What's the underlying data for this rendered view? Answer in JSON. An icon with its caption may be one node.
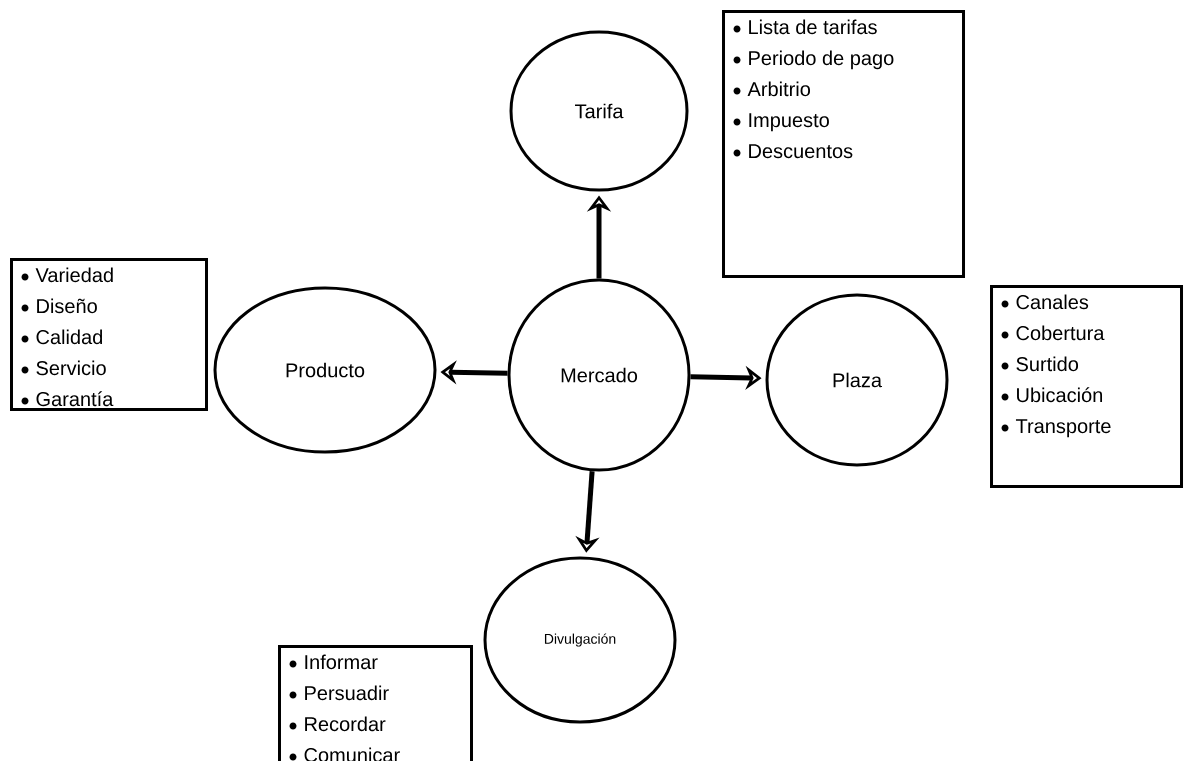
{
  "diagram": {
    "nodes": [
      {
        "text": [
          "Mercado"
        ]
      },
      {
        "text": [
          "Tarifa"
        ]
      },
      {
        "text": [
          "Producto"
        ]
      },
      {
        "text": [
          "Plaza"
        ]
      },
      {
        "text": [
          "Divulgación"
        ]
      },
      {
        "text": [
          "Lista de tarifas",
          "Periodo de pago",
          "Arbitrio",
          "Impuesto",
          "Descuentos"
        ]
      },
      {
        "text": [
          "Variedad",
          "Diseño",
          "Calidad",
          "Servicio",
          "Garantía"
        ]
      },
      {
        "text": [
          "Canales",
          "Cobertura",
          "Surtido",
          "Ubicación",
          "Transporte"
        ]
      },
      {
        "text": [
          "Informar",
          "Persuadir",
          "Recordar",
          "Comunicar"
        ]
      }
    ],
    "edges": [
      {
        "from": 0,
        "to": 1,
        "arrow": "to"
      },
      {
        "from": 0,
        "to": 2,
        "arrow": "to"
      },
      {
        "from": 0,
        "to": 3,
        "arrow": "to"
      },
      {
        "from": 0,
        "to": 4,
        "arrow": "to"
      }
    ]
  }
}
